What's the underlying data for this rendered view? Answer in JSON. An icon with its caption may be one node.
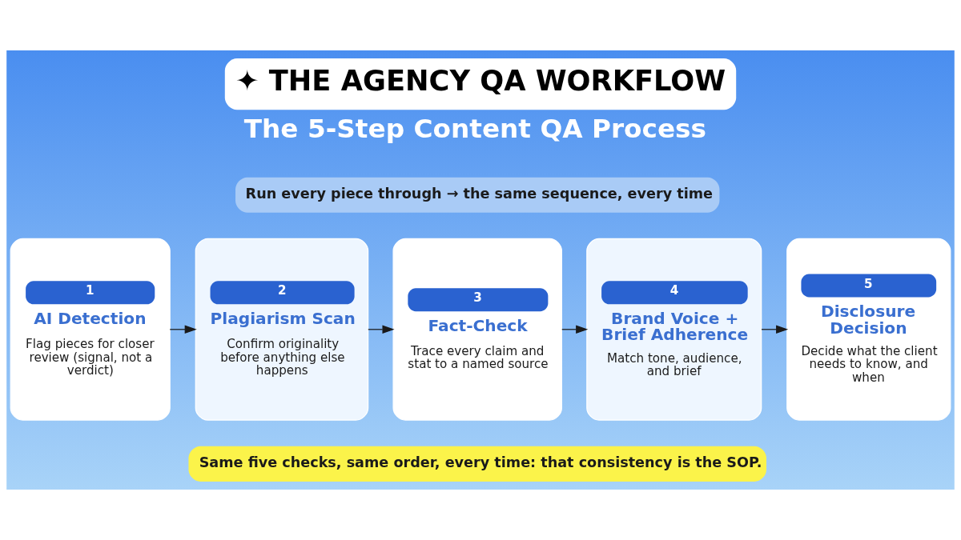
{
  "diagram": {
    "title": "✦ THE AGENCY QA WORKFLOW",
    "nodes": [
      {
        "text": [
          "1",
          "AI Detection",
          "Flag pieces for closer review (signal, not a verdict)"
        ]
      },
      {
        "text": [
          "2",
          "Plagiarism Scan",
          "Confirm originality before anything else happens"
        ]
      },
      {
        "text": [
          "3",
          "Fact-Check",
          "Trace every claim and stat to a named source"
        ]
      },
      {
        "text": [
          "4",
          "Brand Voice + Brief Adherence",
          "Match tone, audience, and brief"
        ]
      },
      {
        "text": [
          "5",
          "Disclosure Decision",
          "Decide what the client needs to know, and when"
        ]
      }
    ],
    "edges": [
      {
        "from": 0,
        "to": 1,
        "arrow": "to"
      },
      {
        "from": 1,
        "to": 2,
        "arrow": "to"
      },
      {
        "from": 2,
        "to": 3,
        "arrow": "to"
      },
      {
        "from": 3,
        "to": 4,
        "arrow": "to"
      }
    ],
    "labels": [
      "The 5-Step Content QA Process",
      "Run every piece through → the same sequence, every time",
      "Same five checks, same order, every time: that consistency is the SOP."
    ]
  }
}
